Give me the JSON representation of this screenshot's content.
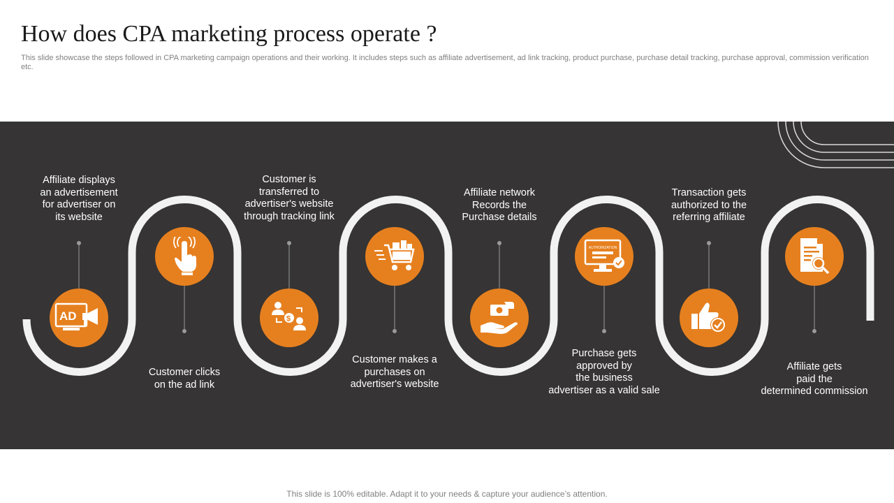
{
  "title": "How does CPA marketing process operate ?",
  "subtitle": "This slide showcase the steps followed in CPA marketing campaign operations and their working. It includes steps such as affiliate advertisement, ad link tracking, product purchase, purchase detail tracking, purchase approval, commission verification etc.",
  "footer": "This slide is 100% editable. Adapt it to your needs & capture your audience’s attention.",
  "colors": {
    "accent": "#e6801f",
    "band": "#363434",
    "track": "#f2f2f2"
  },
  "steps": [
    {
      "text": "Affiliate displays\nan advertisement\nfor advertiser on\nits  website",
      "icon": "ad-megaphone-icon"
    },
    {
      "text": "Customer clicks\non the ad link",
      "icon": "hand-click-icon"
    },
    {
      "text": "Customer is\ntransferred to\nadvertiser's website\nthrough tracking link",
      "icon": "people-transfer-icon"
    },
    {
      "text": "Customer makes a\npurchases on\nadvertiser's website",
      "icon": "shopping-cart-icon"
    },
    {
      "text": "Affiliate network\nRecords the\nPurchase details",
      "icon": "hand-money-icon"
    },
    {
      "text": "Purchase gets\napproved by\nthe business\nadvertiser as a valid sale",
      "icon": "monitor-authorization-icon",
      "icon_label": "AUTHORIZATION"
    },
    {
      "text": "Transaction gets\nauthorized to the\nreferring affiliate",
      "icon": "thumbs-up-check-icon"
    },
    {
      "text": "Affiliate gets\npaid the\ndetermined commission",
      "icon": "document-search-icon"
    }
  ]
}
